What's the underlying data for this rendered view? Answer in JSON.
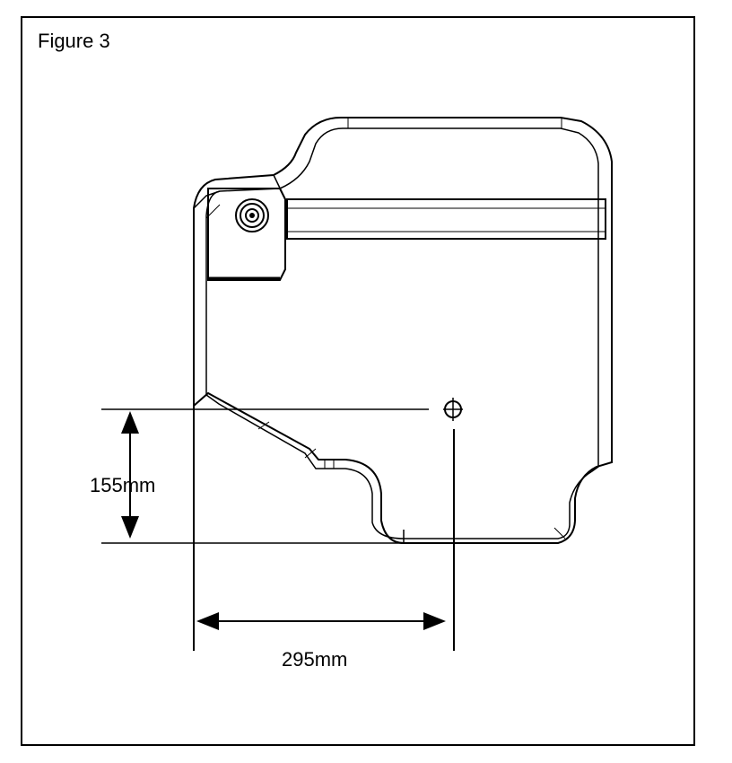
{
  "figure": {
    "title": "Figure 3"
  },
  "dimensions": {
    "vertical_label": "155mm",
    "horizontal_label": "295mm"
  },
  "colors": {
    "line": "#000000",
    "background": "#ffffff"
  },
  "icons": {
    "target": "crosshair-circle-icon",
    "filler": "filler-cap-icon"
  }
}
